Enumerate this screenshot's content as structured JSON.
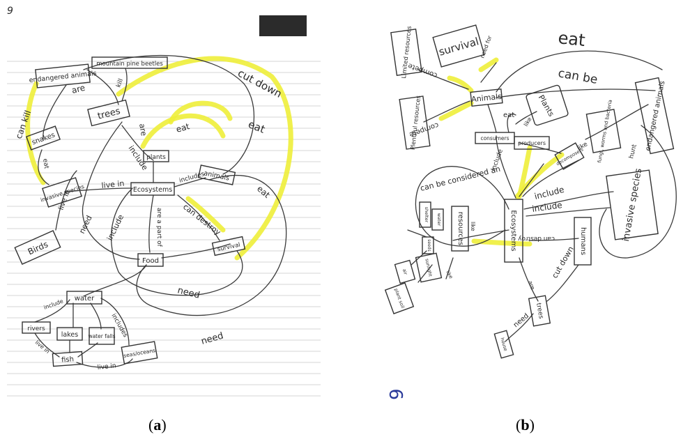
{
  "panel_a": {
    "caption_open": "(",
    "caption_letter": "a",
    "caption_close": ")",
    "page_number": "9",
    "nodes": {
      "endangered": "endangered animals",
      "beetles": "mountain pine beetles",
      "trees": "trees",
      "snakes": "snakes",
      "invasive": "invasive species",
      "birds": "Birds",
      "plants": "plants",
      "animals": "animals",
      "ecosystems": "Ecosystems",
      "survival": "survival",
      "food": "Food",
      "water": "water",
      "rivers": "rivers",
      "lakes": "lakes",
      "waterfalls": "water falls",
      "fish": "fish",
      "seas": "seas/oceans"
    },
    "links": {
      "can_kill": "can kill",
      "are": "are",
      "kill": "kill",
      "cut_down": "cut down",
      "eat_1": "eat",
      "eat_2": "eat",
      "eat_3": "eat",
      "eat_4": "eat",
      "live_in_1": "live in",
      "live_in_2": "live in",
      "live_in_3": "live in",
      "are_2": "are",
      "include_1": "include",
      "include_2": "include",
      "include_3": "include",
      "includes_1": "includes",
      "includes_2": "includes",
      "need_1": "need",
      "need_2": "need",
      "need_3": "need",
      "are_a_part_of": "are a part of",
      "can_destroy": "can destroy",
      "live_in_4": "live in"
    }
  },
  "panel_b": {
    "caption_open": "(",
    "caption_letter": "b",
    "caption_close": ")",
    "page_number": "9",
    "nodes": {
      "limited": "Limited resources",
      "survival": "survival",
      "animals": "Animals",
      "plentiful": "Plentiful resources",
      "plants": "Plants",
      "consumers": "consumers",
      "producers": "producers",
      "decomposers": "decomposers",
      "fungi": "fungi, worms and bacteria",
      "endangered": "endangered animals",
      "invasive": "invasive species",
      "ecosystems": "Ecosystems",
      "resources": "resources",
      "humans": "humans",
      "trees": "trees",
      "shelter": "shelter",
      "water": "water",
      "seeds": "seeds",
      "sunlight": "sunlight",
      "plant_soil": "plant soil",
      "air": "air",
      "house": "house"
    },
    "links": {
      "eat_top": "eat",
      "can_be": "can be",
      "need_for": "need for",
      "compete": "compete",
      "compete_2": "compete",
      "eat_mid": "eat",
      "like": "like",
      "like_2": "like",
      "include_1": "include",
      "include_2": "include",
      "include_3": "include",
      "can_be_considered_an": "can be considered an",
      "can_destroy": "can destroy",
      "cut_down": "cut down",
      "need": "need",
      "hunt": "hunt",
      "are": "are",
      "like_3": "like",
      "like_4": "like"
    }
  }
}
